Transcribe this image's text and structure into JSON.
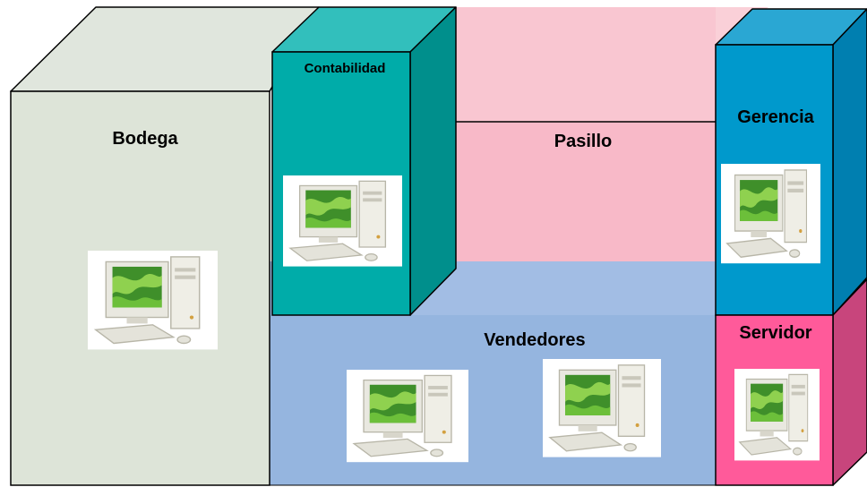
{
  "rooms": {
    "bodega": {
      "label": "Bodega",
      "computers": 1
    },
    "contabilidad": {
      "label": "Contabilidad",
      "computers": 1
    },
    "pasillo": {
      "label": "Pasillo",
      "computers": 0
    },
    "gerencia": {
      "label": "Gerencia",
      "computers": 1
    },
    "vendedores": {
      "label": "Vendedores",
      "computers": 2
    },
    "servidor": {
      "label": "Servidor",
      "computers": 1
    }
  },
  "colors": {
    "bodega": "#e2e8df",
    "contabilidad": "#00b0ae",
    "pasillo": "#f8bac9",
    "gerencia": "#0099cc",
    "vendedores": "#95b6e0",
    "servidor": "#ff5898"
  },
  "icons": {
    "computer": "desktop-computer-icon"
  }
}
